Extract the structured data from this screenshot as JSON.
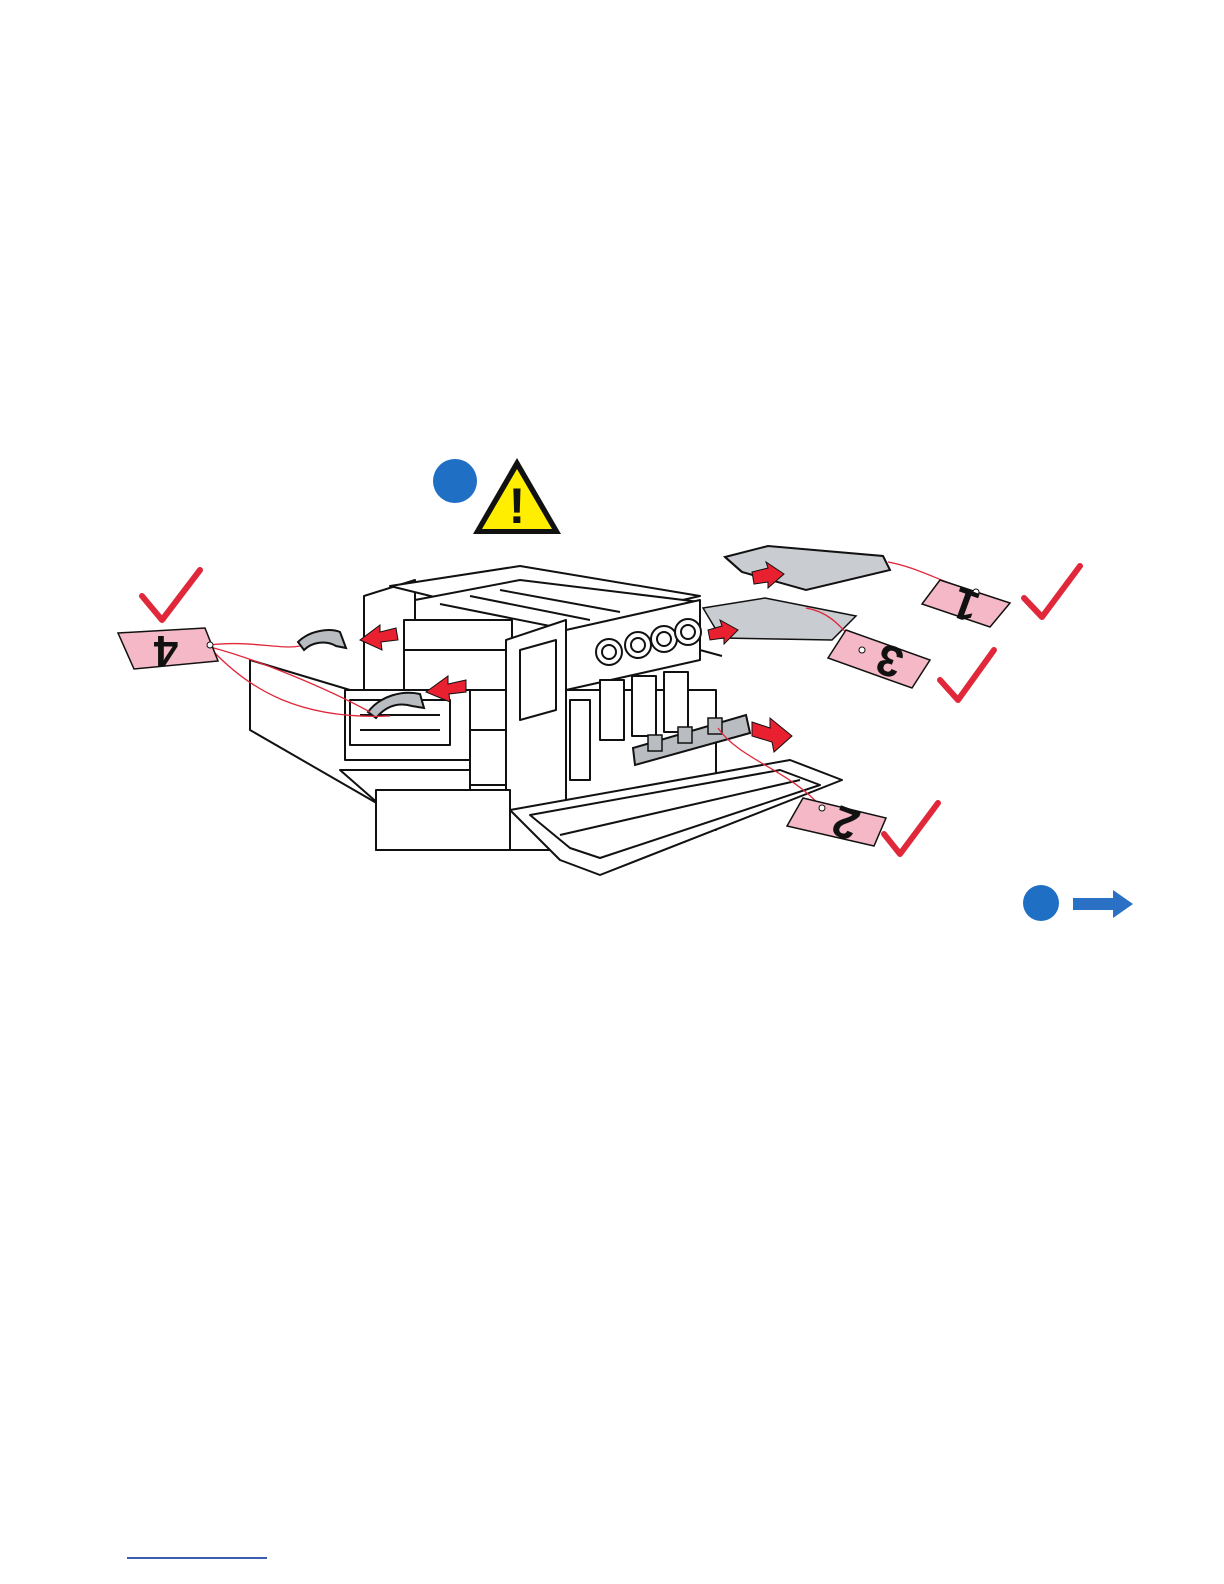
{
  "warning": {
    "mark": "!"
  },
  "tags": [
    {
      "label": "1"
    },
    {
      "label": "2"
    },
    {
      "label": "3"
    },
    {
      "label": "4"
    }
  ],
  "colors": {
    "step_dot": "#1f6fc4",
    "arrow_blue": "#2a70c4",
    "check_red": "#e0283a",
    "tag_fill": "#f4b8c6",
    "warning_yellow": "#ffee00",
    "pull_arrow_red": "#e82030",
    "footer_rule": "#3a5fb0"
  },
  "icons": {
    "step_dot_top": "blue-step-circle",
    "warning": "warning-triangle-icon",
    "checkmark": "red-checkmark-icon",
    "step_dot_next": "blue-step-circle",
    "next": "right-arrow-icon"
  }
}
